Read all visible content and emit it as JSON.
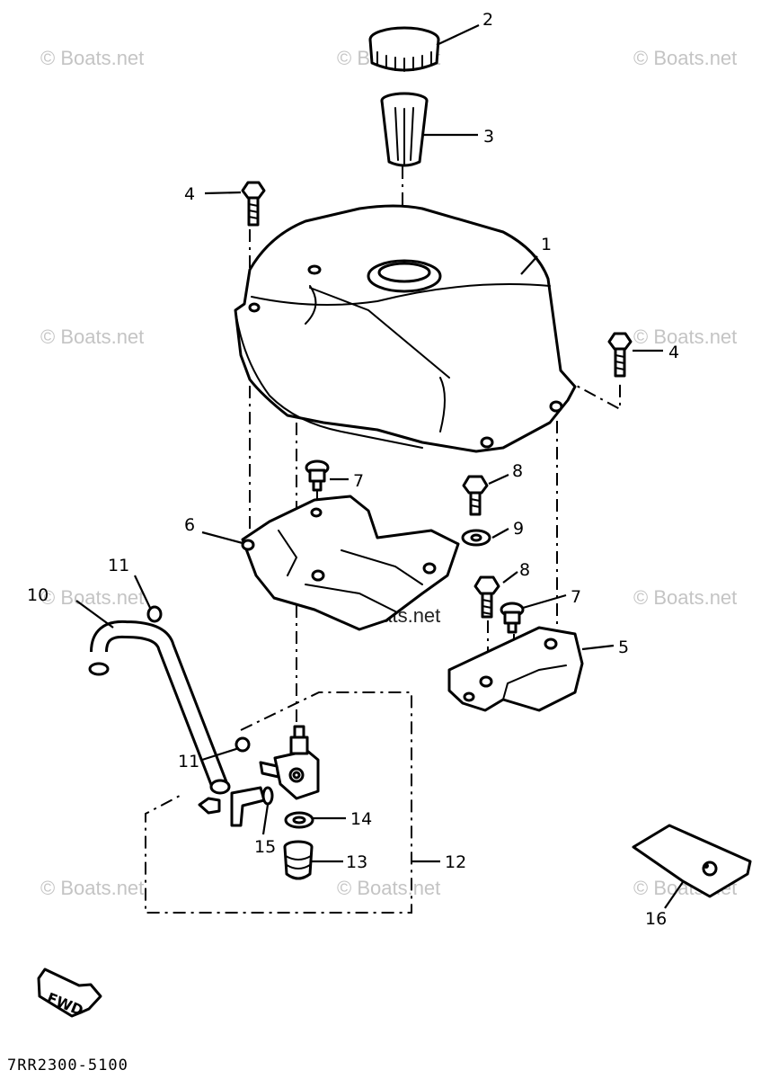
{
  "callouts": {
    "c1": "1",
    "c2": "2",
    "c3": "3",
    "c4a": "4",
    "c4b": "4",
    "c5": "5",
    "c6": "6",
    "c7a": "7",
    "c7b": "7",
    "c8a": "8",
    "c8b": "8",
    "c9": "9",
    "c10": "10",
    "c11a": "11",
    "c11b": "11",
    "c12": "12",
    "c13": "13",
    "c14": "14",
    "c15": "15",
    "c16": "16"
  },
  "fwd_label": "FWD",
  "diagram_code": "7RR2300-5100",
  "watermark": "© Boats.net",
  "colors": {
    "ink": "#000000",
    "watermark": "#c4c4c4",
    "background": "#ffffff"
  }
}
